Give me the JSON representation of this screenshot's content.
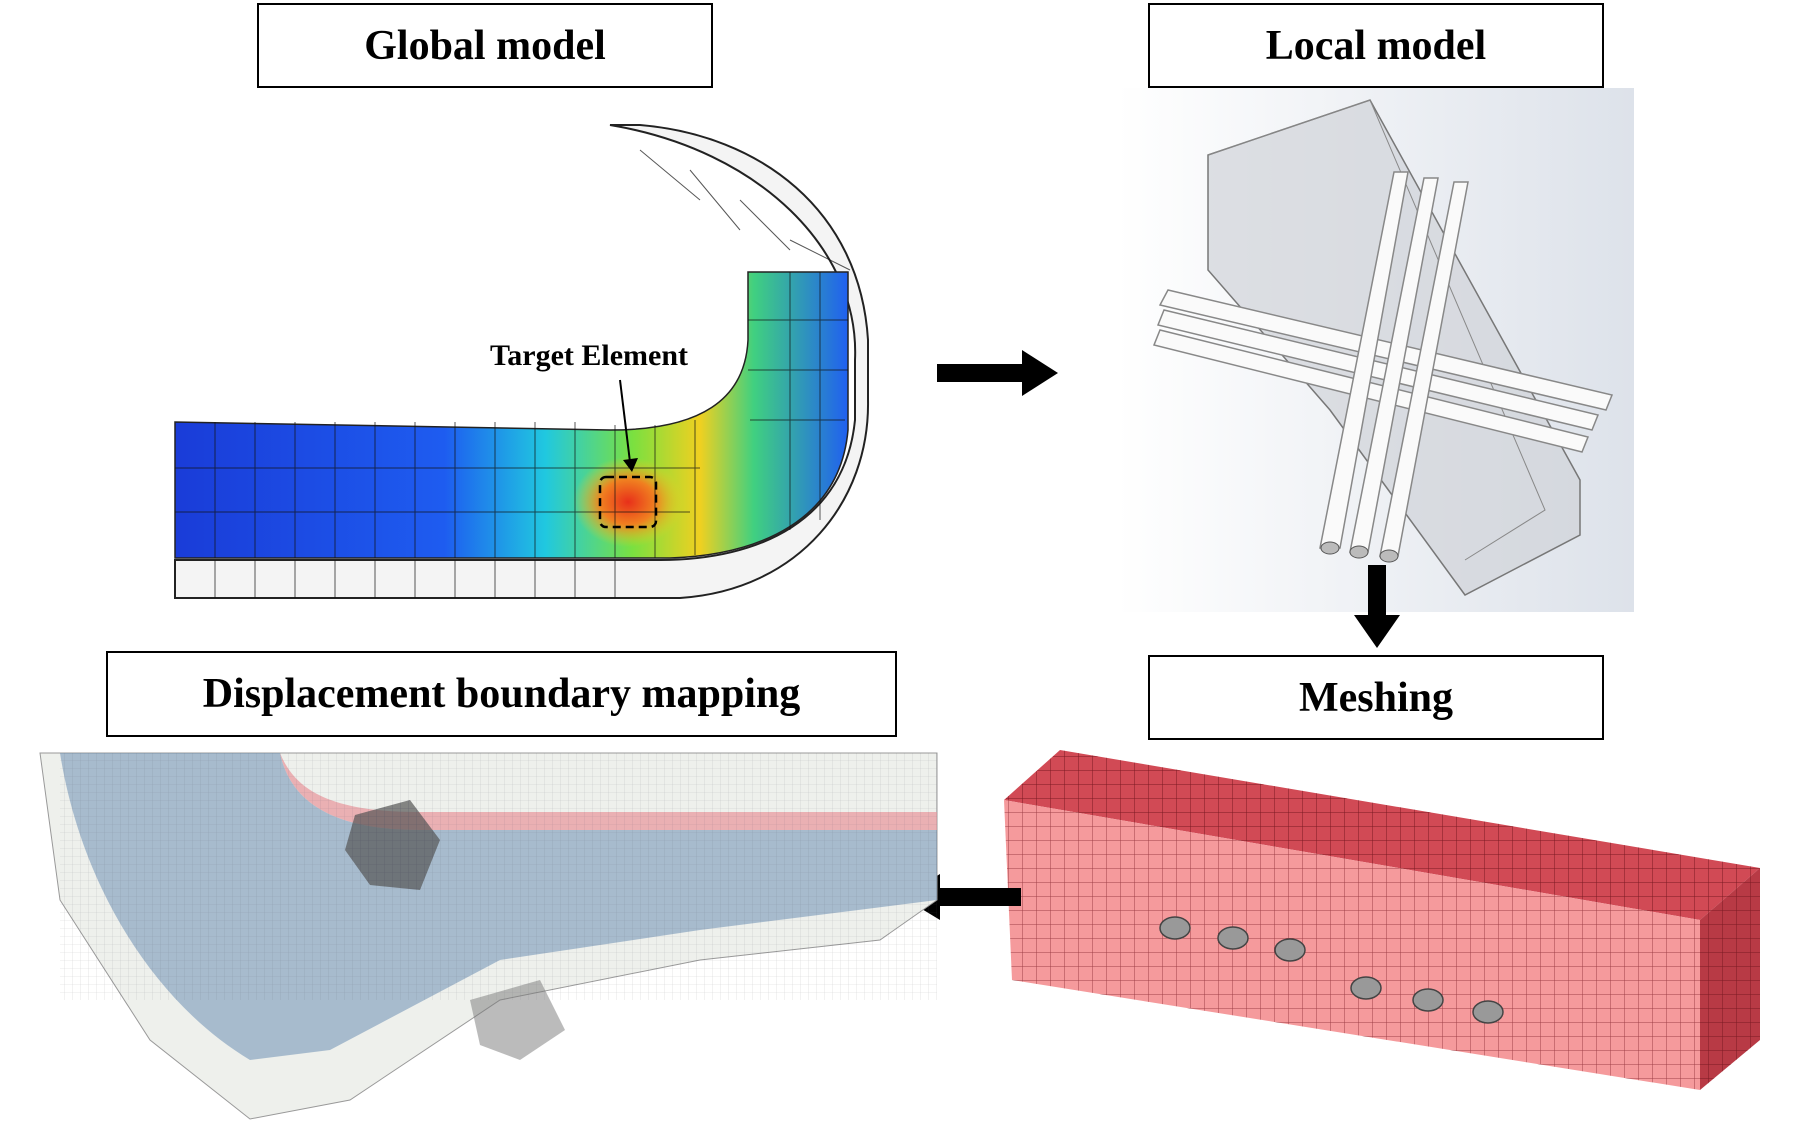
{
  "titles": {
    "global_model": "Global model",
    "local_model": "Local model",
    "meshing": "Meshing",
    "displacement_mapping": "Displacement boundary mapping"
  },
  "annotations": {
    "target_element": "Target Element"
  },
  "colors": {
    "mesh_red": "#e8606a",
    "mesh_front": "#f59a9c",
    "contour_blue": "#1a3cd8",
    "contour_red": "#e8301a",
    "arrow": "#000000"
  }
}
